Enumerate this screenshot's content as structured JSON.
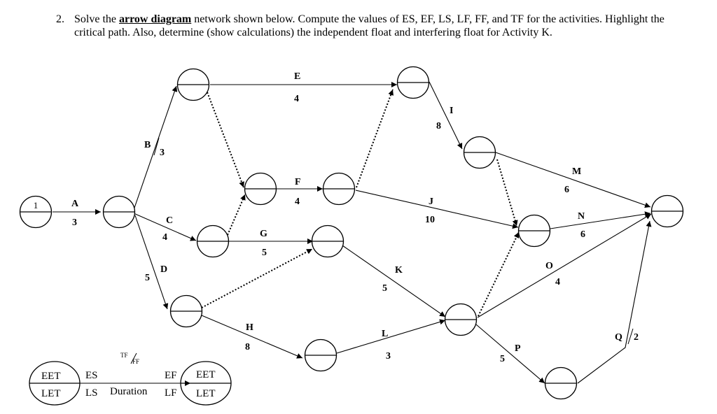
{
  "problem": {
    "number": "2.",
    "text_before": "Solve the ",
    "emphasis": "arrow diagram",
    "text_after": " network shown below. Compute the values of ES, EF, LS, LF, FF, and TF for the activities. Highlight the critical path. Also, determine (show calculations) the independent float and interfering float for Activity K."
  },
  "nodes": [
    {
      "id": "n1",
      "label": "1"
    },
    {
      "id": "n2",
      "label": ""
    },
    {
      "id": "n3",
      "label": ""
    },
    {
      "id": "n4",
      "label": ""
    },
    {
      "id": "n5",
      "label": ""
    },
    {
      "id": "n6",
      "label": ""
    },
    {
      "id": "n7",
      "label": ""
    },
    {
      "id": "n8",
      "label": ""
    },
    {
      "id": "n9",
      "label": ""
    },
    {
      "id": "n10",
      "label": ""
    },
    {
      "id": "n11",
      "label": ""
    },
    {
      "id": "n12",
      "label": ""
    },
    {
      "id": "n13",
      "label": ""
    },
    {
      "id": "n14",
      "label": ""
    },
    {
      "id": "n15",
      "label": ""
    }
  ],
  "activities": [
    {
      "name": "A",
      "duration": "3"
    },
    {
      "name": "B",
      "duration": "3"
    },
    {
      "name": "C",
      "duration": "4"
    },
    {
      "name": "D",
      "duration": "5"
    },
    {
      "name": "E",
      "duration": "4"
    },
    {
      "name": "F",
      "duration": "4"
    },
    {
      "name": "G",
      "duration": "5"
    },
    {
      "name": "H",
      "duration": "8"
    },
    {
      "name": "I",
      "duration": "8"
    },
    {
      "name": "J",
      "duration": "10"
    },
    {
      "name": "K",
      "duration": "5"
    },
    {
      "name": "L",
      "duration": "3"
    },
    {
      "name": "M",
      "duration": "6"
    },
    {
      "name": "N",
      "duration": "6"
    },
    {
      "name": "O",
      "duration": "4"
    },
    {
      "name": "P",
      "duration": "5"
    },
    {
      "name": "Q",
      "duration": "2"
    }
  ],
  "legend": {
    "left_top": "EET",
    "left_bottom": "LET",
    "es": "ES",
    "ls": "LS",
    "float_top": "TF",
    "float_bottom": "FF",
    "duration": "Duration",
    "ef": "EF",
    "lf": "LF",
    "right_top": "EET",
    "right_bottom": "LET"
  }
}
